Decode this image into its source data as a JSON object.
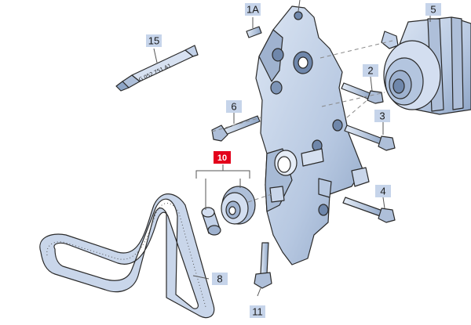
{
  "diagram": {
    "callouts": [
      {
        "id": "1A",
        "label": "1A"
      },
      {
        "id": "2",
        "label": "2"
      },
      {
        "id": "3",
        "label": "3"
      },
      {
        "id": "4",
        "label": "4"
      },
      {
        "id": "5",
        "label": "5"
      },
      {
        "id": "6",
        "label": "6"
      },
      {
        "id": "8",
        "label": "8"
      },
      {
        "id": "10",
        "label": "10",
        "selected": true
      },
      {
        "id": "11",
        "label": "11"
      },
      {
        "id": "15",
        "label": "15"
      }
    ],
    "tube_text": "G 052 751 A1"
  },
  "colors": {
    "part_fill": "#c9d6ea",
    "part_shadow": "#9fb2cf",
    "part_dark": "#6f87ab",
    "callout_bg": "#c6d4ea",
    "selected_bg": "#e3001b"
  }
}
